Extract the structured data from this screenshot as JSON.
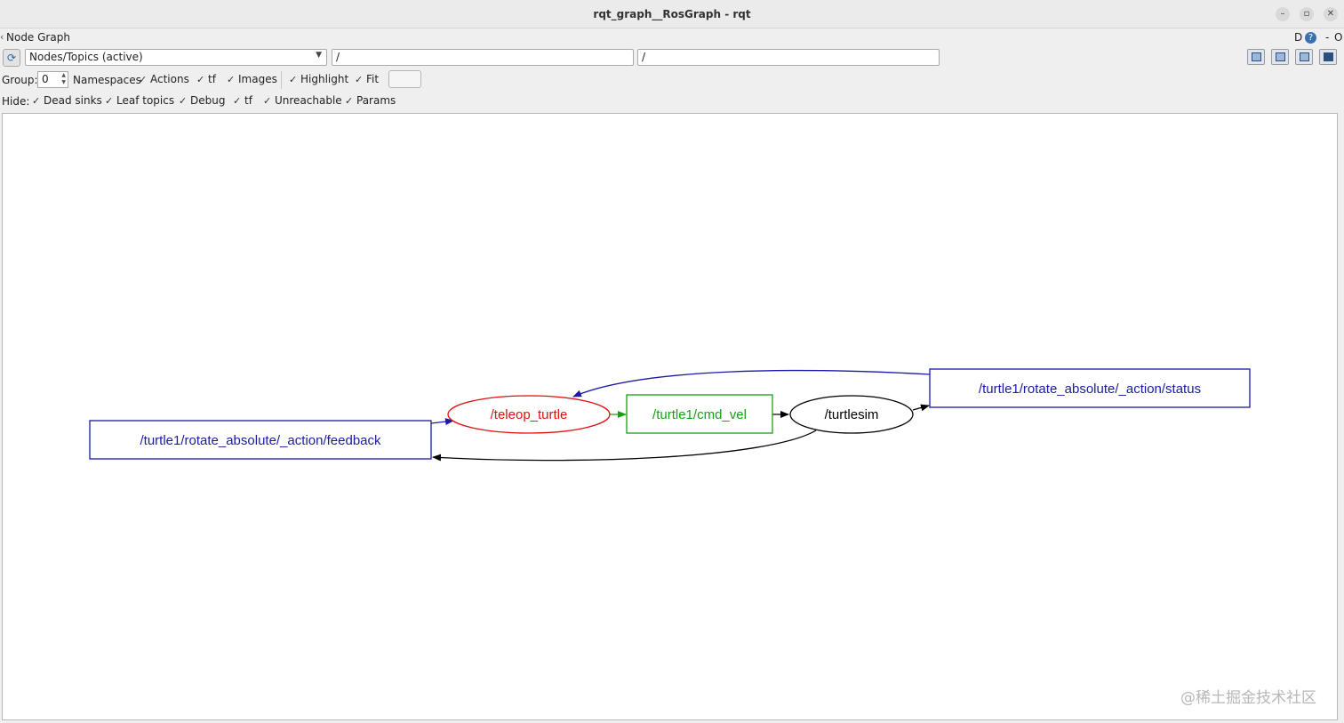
{
  "window": {
    "title": "rqt_graph__RosGraph - rqt",
    "min_icon": "minimize-icon",
    "max_icon": "maximize-icon",
    "close_icon": "close-icon"
  },
  "dock": {
    "title": "Node Graph",
    "right_buttons": [
      "D",
      "?",
      "-",
      "O"
    ]
  },
  "toolbar": {
    "mode_value": "Nodes/Topics (active)",
    "node_filter": "/",
    "topic_filter": "/",
    "right_icons": [
      "save-dot-icon",
      "load-dot-icon",
      "save-svg-icon",
      "save-image-icon"
    ]
  },
  "group_row": {
    "group_label": "Group:",
    "group_value": "0",
    "namespaces_label": "Namespaces",
    "checks": [
      {
        "label": "Actions",
        "checked": true
      },
      {
        "label": "tf",
        "checked": true
      },
      {
        "label": "Images",
        "checked": true
      },
      {
        "label": "Highlight",
        "checked": true
      },
      {
        "label": "Fit",
        "checked": true
      }
    ]
  },
  "hide_row": {
    "label": "Hide:",
    "checks": [
      {
        "label": "Dead sinks",
        "checked": true
      },
      {
        "label": "Leaf topics",
        "checked": true
      },
      {
        "label": "Debug",
        "checked": true
      },
      {
        "label": "tf",
        "checked": true
      },
      {
        "label": "Unreachable",
        "checked": true
      },
      {
        "label": "Params",
        "checked": true
      }
    ]
  },
  "graph": {
    "nodes": {
      "feedback": "/turtle1/rotate_absolute/_action/feedback",
      "teleop": "/teleop_turtle",
      "cmd_vel": "/turtle1/cmd_vel",
      "turtlesim": "/turtlesim",
      "status": "/turtle1/rotate_absolute/_action/status"
    },
    "colors": {
      "blue": "#1a1aa6",
      "red": "#e01010",
      "green": "#16a016",
      "black": "#000000"
    }
  },
  "watermark": "@稀土掘金技术社区"
}
